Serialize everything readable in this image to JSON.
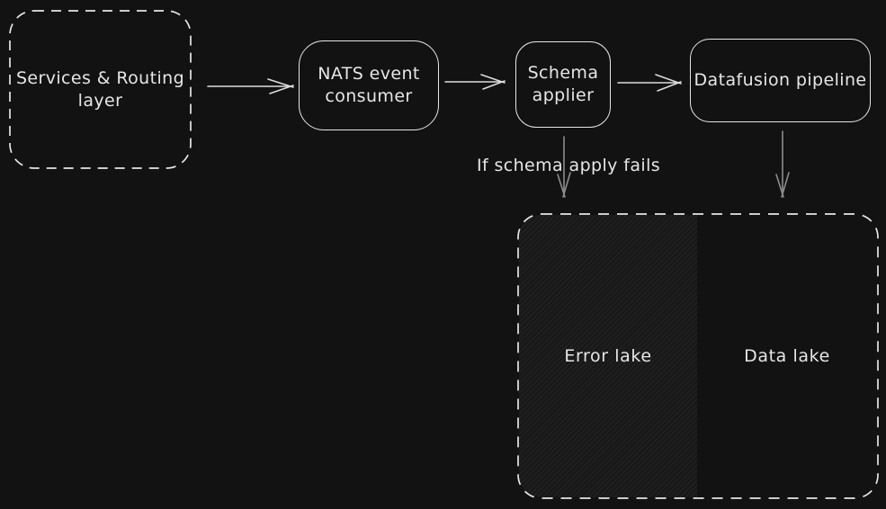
{
  "colors": {
    "background": "#121212",
    "stroke": "#e6e6e6",
    "text": "#e6e6e6",
    "arrow": "#dcdcdc",
    "muted_arrow": "#8c8c8c",
    "hatch_base": "#181818",
    "hatch_line": "#242424"
  },
  "nodes": {
    "services": {
      "label": "Services & Routing\nlayer"
    },
    "nats": {
      "label": "NATS event\nconsumer"
    },
    "schema": {
      "label": "Schema\napplier"
    },
    "datafusion": {
      "label": "Datafusion pipeline"
    },
    "error_lake": {
      "label": "Error lake"
    },
    "data_lake": {
      "label": "Data lake"
    }
  },
  "edges": {
    "fail_label": "If schema apply fails"
  }
}
